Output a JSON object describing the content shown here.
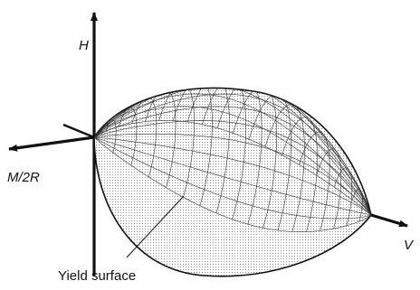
{
  "axes": {
    "h_label": "H",
    "m_label": "M/2R",
    "v_label": "V"
  },
  "annotation": {
    "label": "Yield surface"
  },
  "colors": {
    "ink": "#111111",
    "fill": "#dedede"
  }
}
